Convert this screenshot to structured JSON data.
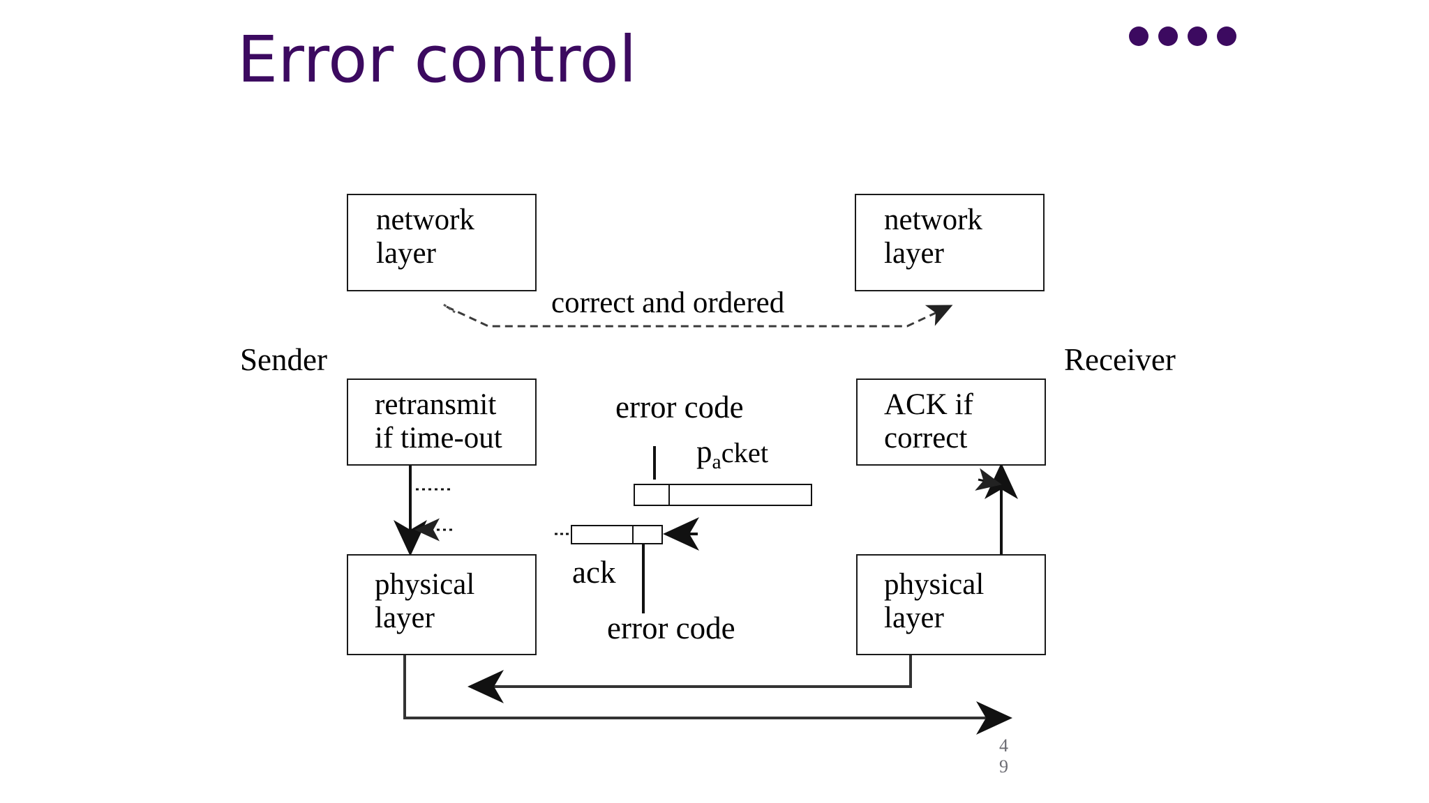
{
  "slide": {
    "title": "Error control",
    "title_color": "#3c0a60",
    "page_number_digits": [
      "4",
      "9"
    ],
    "decoration": {
      "dot_count": 4,
      "dot_color": "#3c0a60"
    }
  },
  "diagram": {
    "side_labels": {
      "sender": "Sender",
      "receiver": "Receiver"
    },
    "boxes": [
      {
        "id": "network-layer-left",
        "lines": [
          "network",
          "layer"
        ]
      },
      {
        "id": "network-layer-right",
        "lines": [
          "network",
          "layer"
        ]
      },
      {
        "id": "retransmit",
        "lines": [
          "retransmit",
          "if time-out"
        ]
      },
      {
        "id": "ack-if-correct",
        "lines": [
          "ACK if",
          "correct"
        ]
      },
      {
        "id": "physical-layer-left",
        "lines": [
          "physical",
          "layer"
        ]
      },
      {
        "id": "physical-layer-right",
        "lines": [
          "physical",
          "layer"
        ]
      }
    ],
    "annotations": {
      "correct_and_ordered": "correct and ordered",
      "error_code_top": "error code",
      "packet_prefix": "p",
      "packet_subscript": "a",
      "packet_suffix": "cket",
      "packet_full": "packet",
      "ack": "ack",
      "error_code_bottom": "error code"
    }
  }
}
